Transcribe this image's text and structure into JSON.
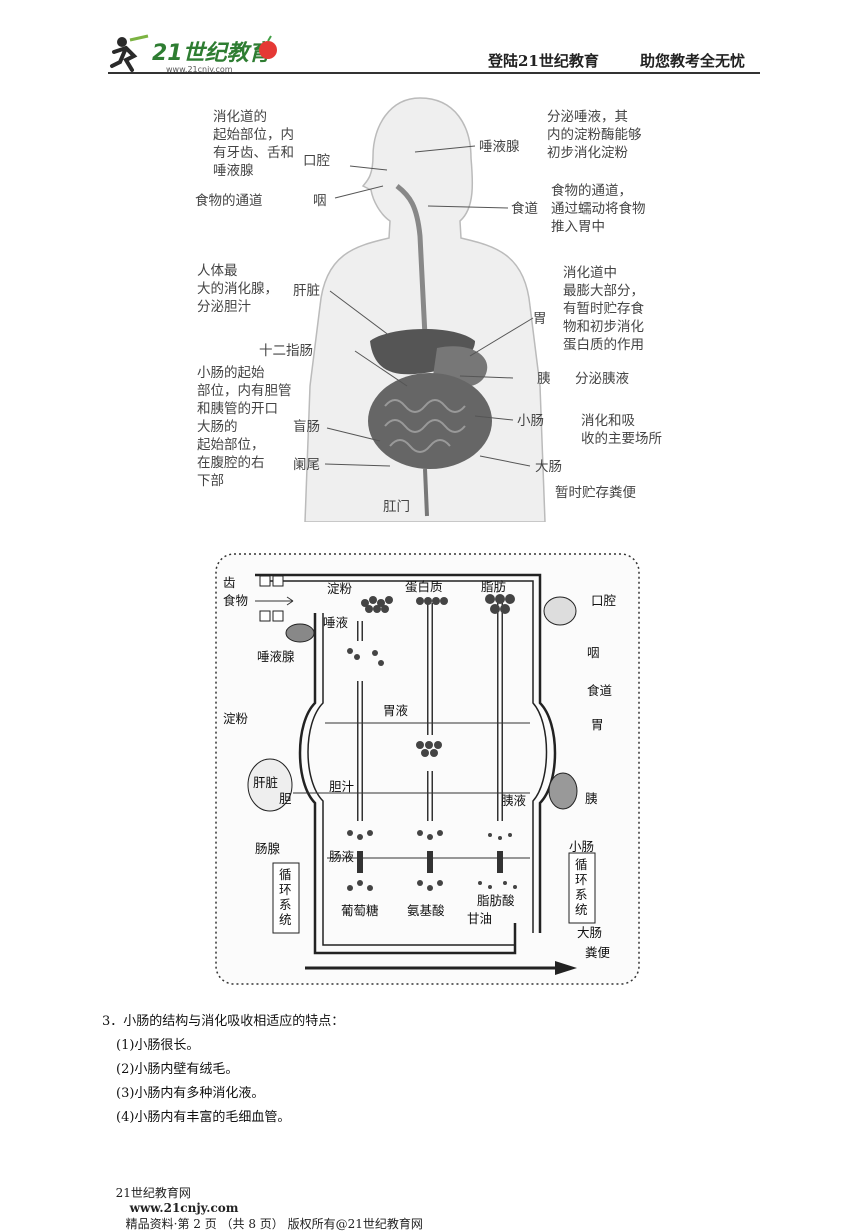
{
  "header": {
    "logo_text": "21世纪教育",
    "logo_url": "www.21cnjy.com",
    "right_1": "登陆21世纪教育",
    "right_2": "助您教考全无忧"
  },
  "figure1": {
    "labels": [
      "消化道的\n起始部位，内\n有牙齿、舌和\n唾液腺",
      "口腔",
      "食物的通道",
      "咽",
      "唾液腺",
      "分泌唾液，其\n内的淀粉酶能够\n初步消化淀粉",
      "食道",
      "食物的通道，\n通过蠕动将食物\n推入胃中",
      "人体最\n大的消化腺，\n分泌胆汁",
      "肝脏",
      "消化道中\n最膨大部分，\n有暂时贮存食\n物和初步消化\n蛋白质的作用",
      "胃",
      "十二指肠",
      "小肠的起始\n部位，内有胆管\n和胰管的开口",
      "胰",
      "分泌胰液",
      "大肠的\n起始部位，\n在腹腔的右\n下部",
      "盲肠",
      "阑尾",
      "小肠",
      "消化和吸\n收的主要场所",
      "大肠",
      "暂时贮存粪便",
      "肛门"
    ]
  },
  "figure2": {
    "labels": [
      "齿",
      "食物",
      "淀粉",
      "蛋白质",
      "脂肪",
      "口腔",
      "唾液",
      "唾液腺",
      "咽",
      "食道",
      "淀粉",
      "胃液",
      "胃",
      "肝脏",
      "胆",
      "胆汁",
      "胰液",
      "胰",
      "肠腺",
      "肠液",
      "小肠",
      "循\n环\n系\n统",
      "循\n环\n系\n统",
      "葡萄糖",
      "氨基酸",
      "脂肪酸",
      "甘油",
      "大肠",
      "粪便"
    ]
  },
  "content": {
    "heading": "3．小肠的结构与消化吸收相适应的特点：",
    "items": [
      "(1)小肠很长。",
      "(2)小肠内壁有绒毛。",
      "(3)小肠内有多种消化液。",
      "(4)小肠内有丰富的毛细血管。"
    ]
  },
  "footer": {
    "text_1": "21世纪教育网",
    "url": "www.21cnjy.com",
    "text_2": "精品资料·第 2 页 （共 8 页） 版权所有@21世纪教育网"
  }
}
